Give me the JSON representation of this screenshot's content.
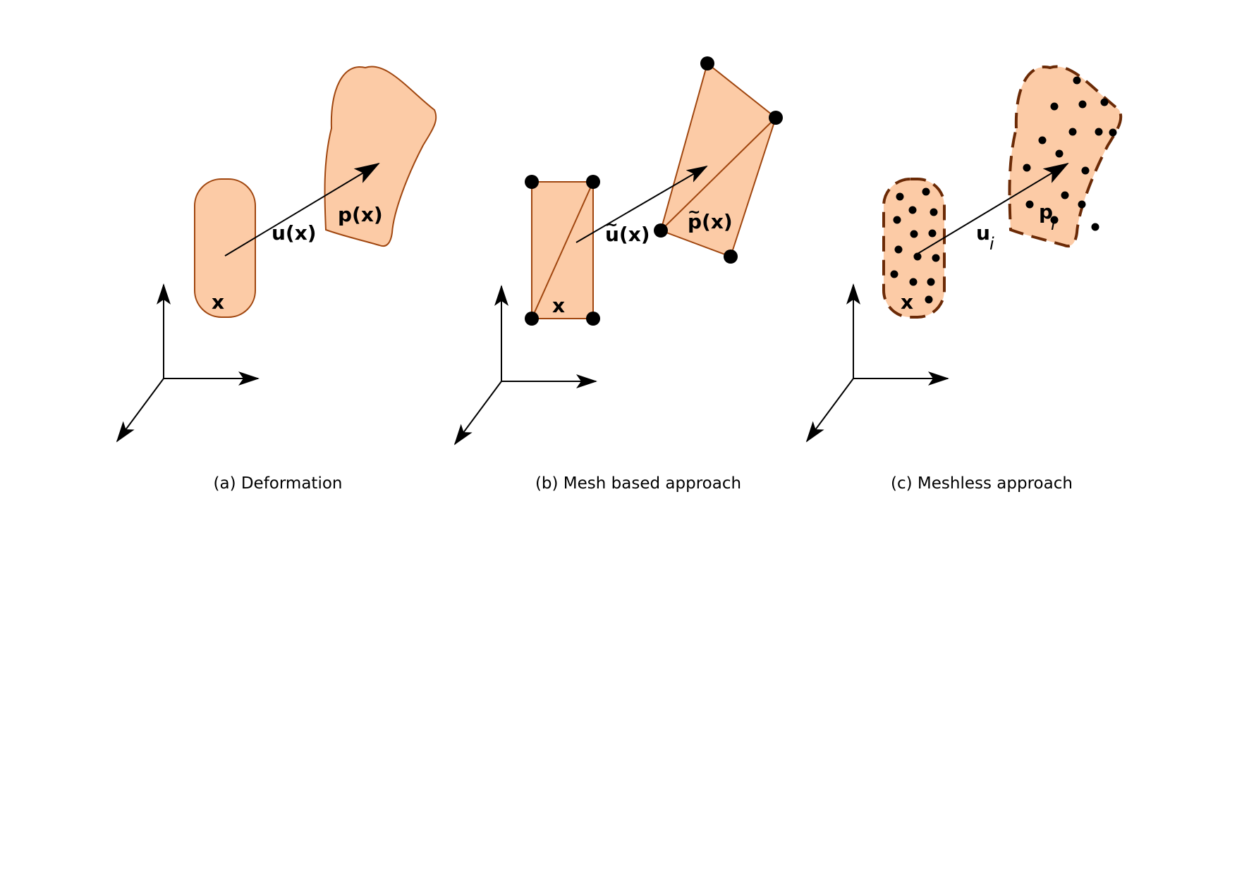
{
  "panels": {
    "a": {
      "caption": "(a) Deformation",
      "label_x": "x",
      "label_u": "u(x)",
      "label_p": "p(x)"
    },
    "b": {
      "caption": "(b) Mesh based approach",
      "label_x": "x",
      "label_u": "u(x)",
      "label_u_tilde": "~",
      "label_p": "p(x)",
      "label_p_tilde": "~"
    },
    "c": {
      "caption": "(c) Meshless approach",
      "label_x": "x",
      "label_u": "u",
      "label_u_sub": "i",
      "label_p": "p",
      "label_p_sub": "i"
    }
  },
  "colors": {
    "fill": "#fccba6",
    "outline": "#a0460f",
    "dashed_outline": "#6b2a06",
    "ink": "#000000"
  }
}
